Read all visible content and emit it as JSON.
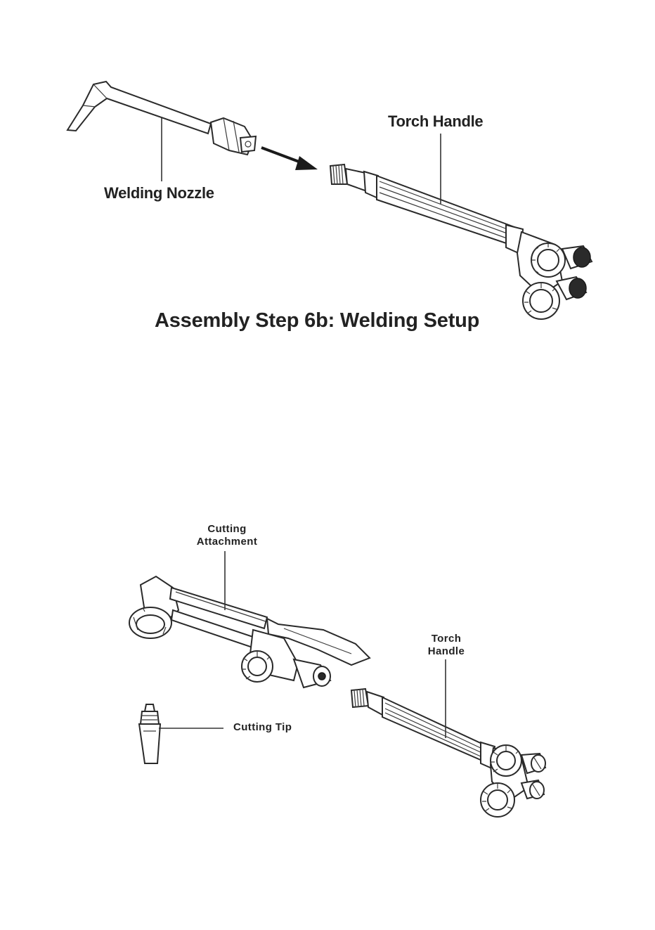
{
  "figure1": {
    "labels": {
      "torch_handle": "Torch Handle",
      "welding_nozzle": "Welding Nozzle"
    },
    "caption": "Assembly Step 6b: Welding Setup"
  },
  "figure2": {
    "labels": {
      "cutting_attachment_line1": "Cutting",
      "cutting_attachment_line2": "Attachment",
      "torch_handle_line1": "Torch",
      "torch_handle_line2": "Handle",
      "cutting_tip": "Cutting Tip"
    }
  }
}
